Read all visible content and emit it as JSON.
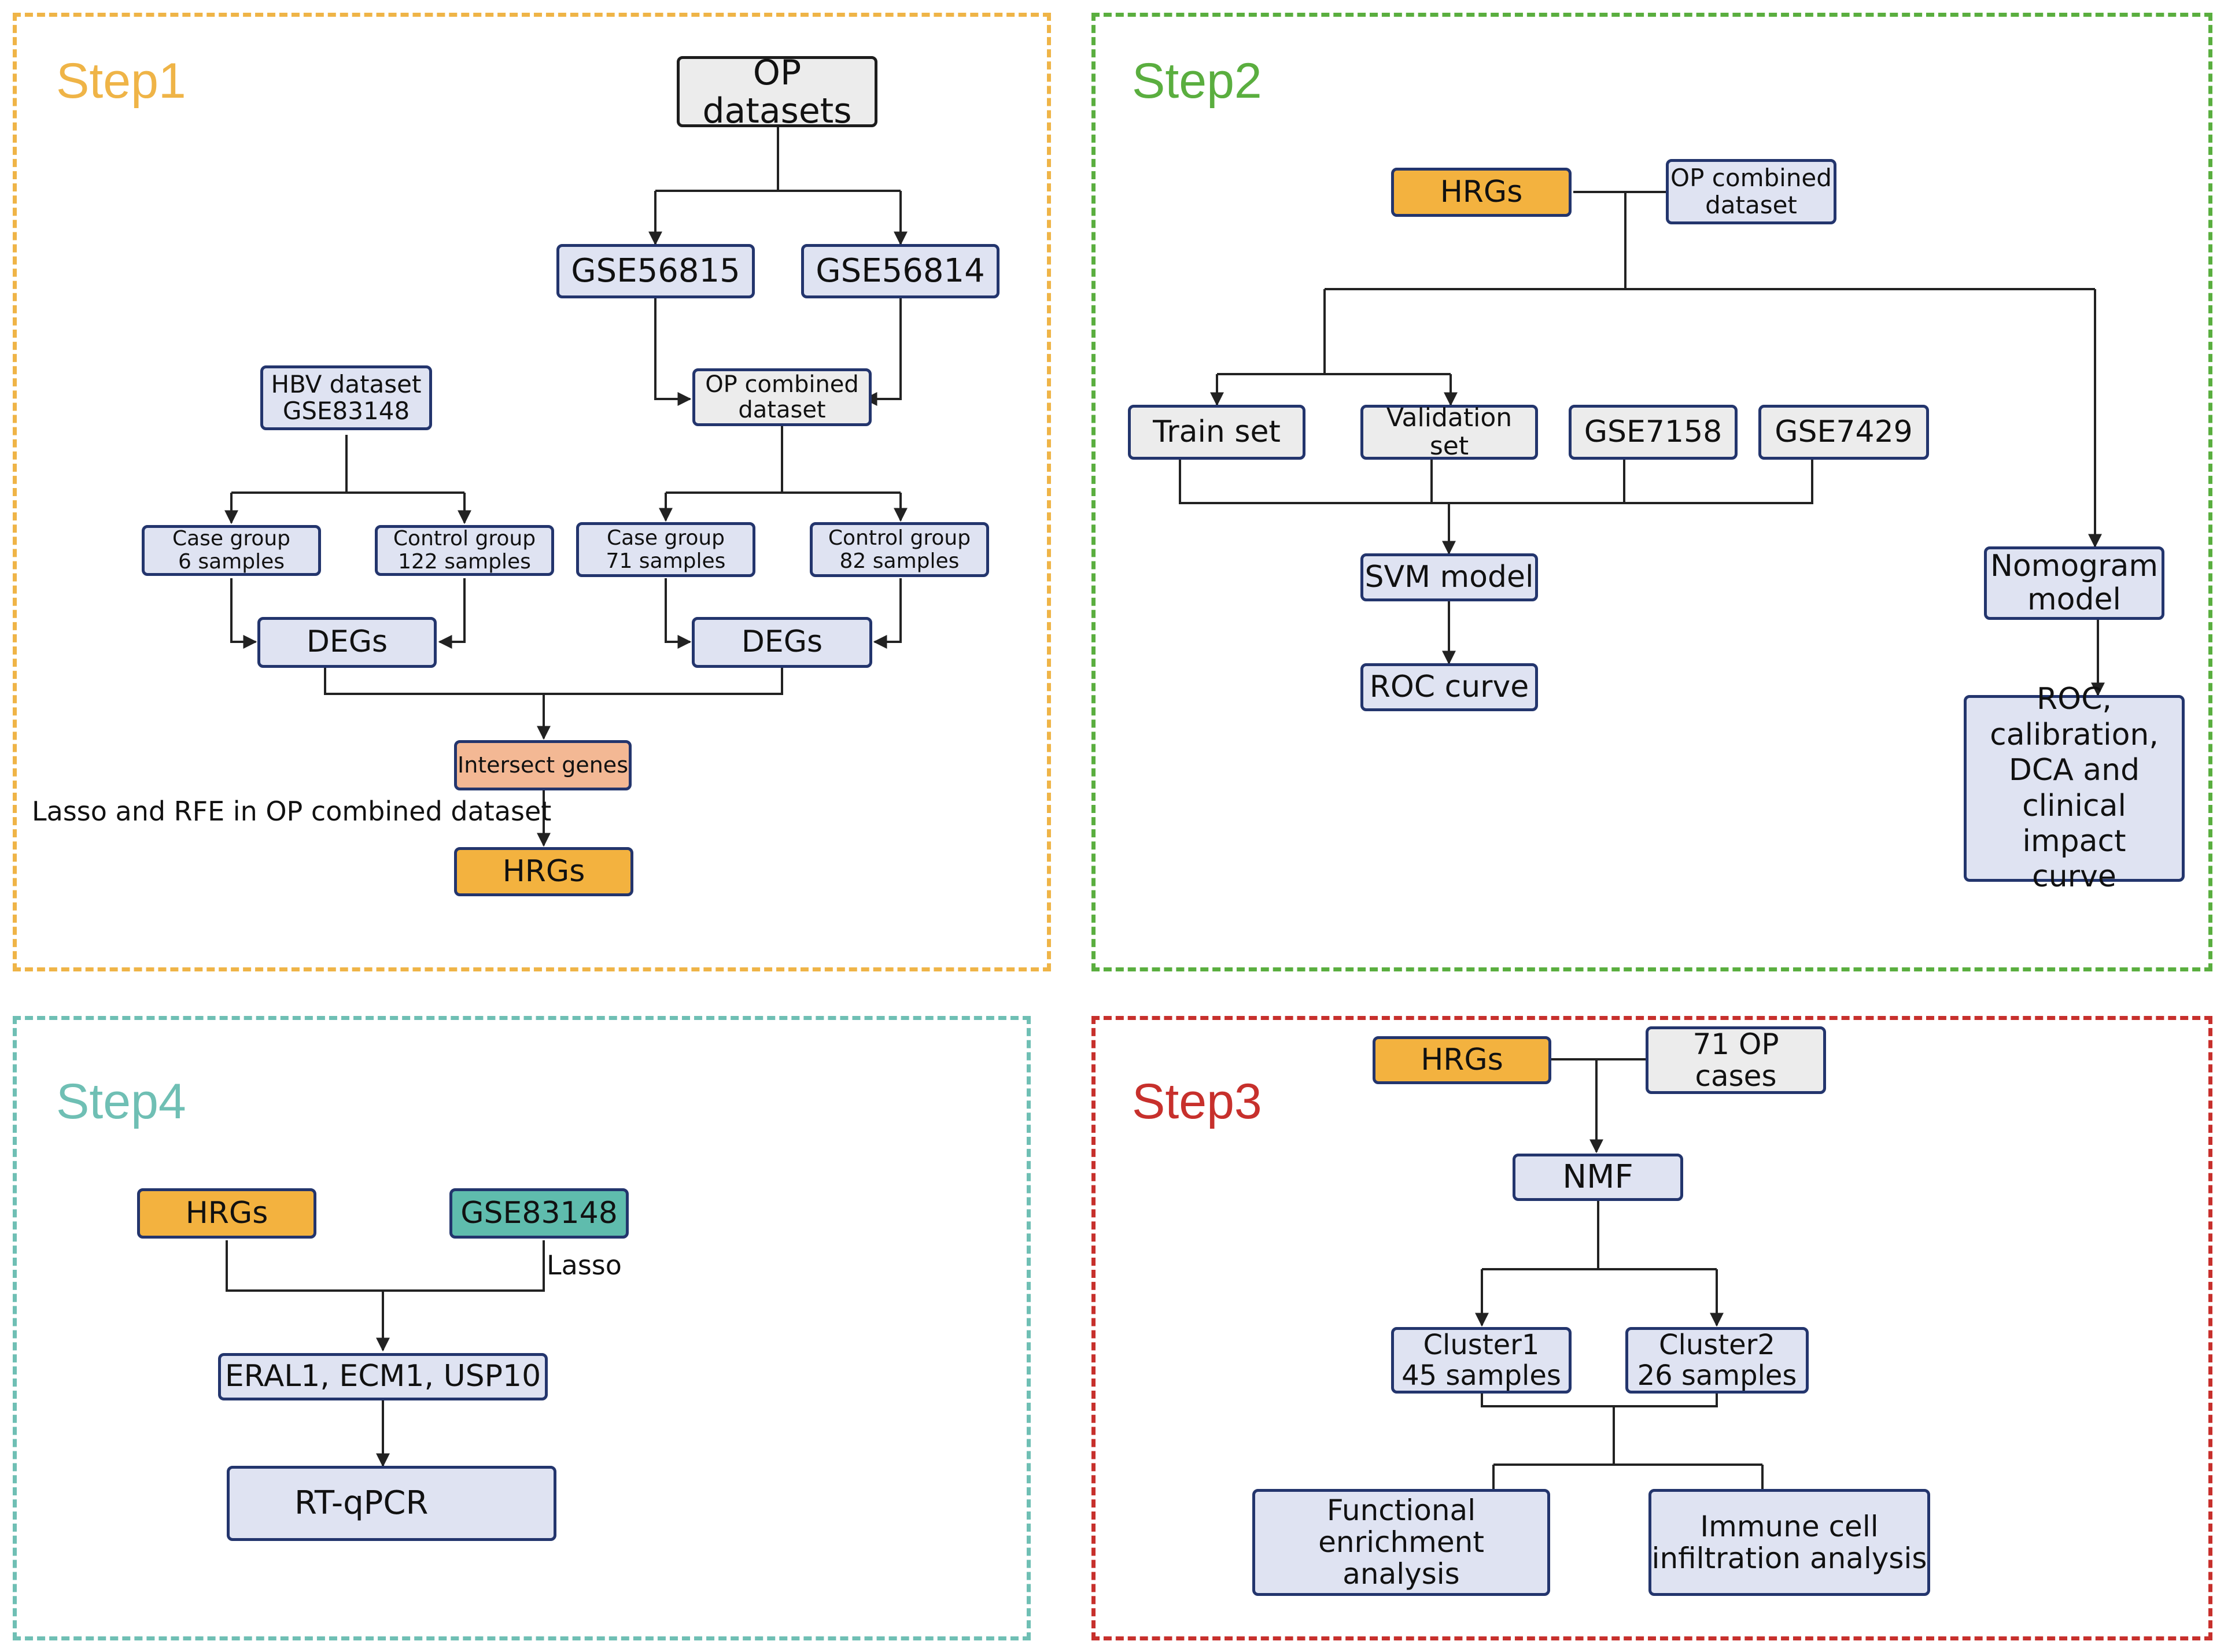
{
  "colors": {
    "step1": "#efb447",
    "step2": "#5aae3f",
    "step3": "#c7302c",
    "step4": "#6fbfb4",
    "orange_box": "#f3b23f",
    "peach_box": "#f3b894",
    "teal_box": "#5fbcad",
    "blue_box": "#dfe3f2",
    "grey_box": "#ececec",
    "box_border": "#23356d",
    "arrow": "#222222"
  },
  "step1": {
    "title": "Step1",
    "op_datasets": "OP datasets",
    "gse56815": "GSE56815",
    "gse56814": "GSE56814",
    "hbv_dataset": "HBV dataset\nGSE83148",
    "op_combined_dataset": "OP combined\ndataset",
    "hbv_case_group": "Case group\n6 samples",
    "hbv_control_group": "Control group\n122 samples",
    "op_case_group": "Case group\n71 samples",
    "op_control_group": "Control group\n82 samples",
    "hbv_degs": "DEGs",
    "op_degs": "DEGs",
    "intersect_genes": "Intersect genes",
    "lasso_rfe_label": "Lasso and RFE in OP combined dataset",
    "hrgs": "HRGs"
  },
  "step2": {
    "title": "Step2",
    "hrgs": "HRGs",
    "op_combined_dataset": "OP combined\ndataset",
    "train_set": "Train set",
    "validation_set": "Validation set",
    "gse7158": "GSE7158",
    "gse7429": "GSE7429",
    "svm_model": "SVM model",
    "roc_curve": "ROC curve",
    "nomogram_model": "Nomogram\nmodel",
    "nomogram_outputs": "ROC,\ncalibration,\nDCA and\nclinical impact\ncurve"
  },
  "step3": {
    "title": "Step3",
    "hrgs": "HRGs",
    "op_cases": "71 OP cases",
    "nmf": "NMF",
    "cluster1": "Cluster1\n45 samples",
    "cluster2": "Cluster2\n26 samples",
    "functional_enrichment": "Functional\nenrichment analysis",
    "immune_infiltration": "Immune cell\ninfiltration analysis"
  },
  "step4": {
    "title": "Step4",
    "hrgs": "HRGs",
    "gse83148": "GSE83148",
    "lasso_label": "Lasso",
    "genes": "ERAL1, ECM1, USP10",
    "rt_qpcr": "RT-qPCR"
  }
}
